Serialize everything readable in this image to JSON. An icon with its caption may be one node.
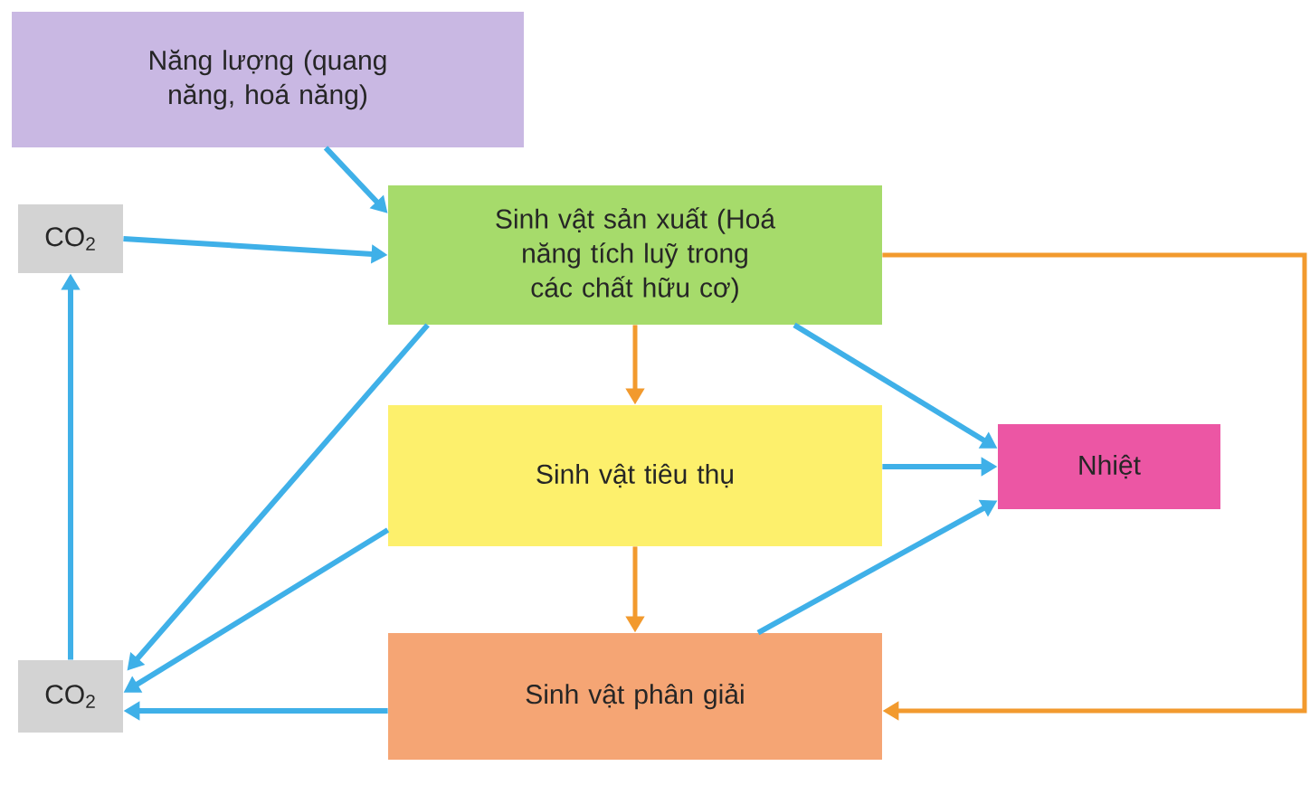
{
  "diagram": {
    "nodes": [
      {
        "text": [
          "Năng lượng (quang năng, hoá năng)"
        ]
      },
      {
        "text": [
          "CO$_{2}$"
        ]
      },
      {
        "text": [
          "Sinh vật sản xuất (Hoá năng tích luỹ trong các chất hữu cơ)"
        ]
      },
      {
        "text": [
          "Sinh vật tiêu thụ"
        ]
      },
      {
        "text": [
          "Nhiệt"
        ]
      },
      {
        "text": [
          "CO$_{2}$"
        ]
      },
      {
        "text": [
          "Sinh vật phân giải"
        ]
      }
    ],
    "edges": [
      {
        "from": 0,
        "to": 2,
        "arrow": "to"
      },
      {
        "from": 1,
        "to": 2,
        "arrow": "to"
      },
      {
        "from": 5,
        "to": 1,
        "arrow": "to"
      },
      {
        "from": 2,
        "to": 5,
        "arrow": "to"
      },
      {
        "from": 3,
        "to": 5,
        "arrow": "to"
      },
      {
        "from": 6,
        "to": 5,
        "arrow": "to"
      },
      {
        "from": 2,
        "to": 4,
        "arrow": "to"
      },
      {
        "from": 3,
        "to": 4,
        "arrow": "to"
      },
      {
        "from": 6,
        "to": 4,
        "arrow": "to"
      },
      {
        "from": 2,
        "to": 3,
        "arrow": "to",
        "color": "#f29a2e"
      },
      {
        "from": 3,
        "to": 6,
        "arrow": "to",
        "color": "#f29a2e"
      },
      {
        "from": 2,
        "to": 6,
        "arrow": "to",
        "color": "#f29a2e"
      }
    ]
  }
}
